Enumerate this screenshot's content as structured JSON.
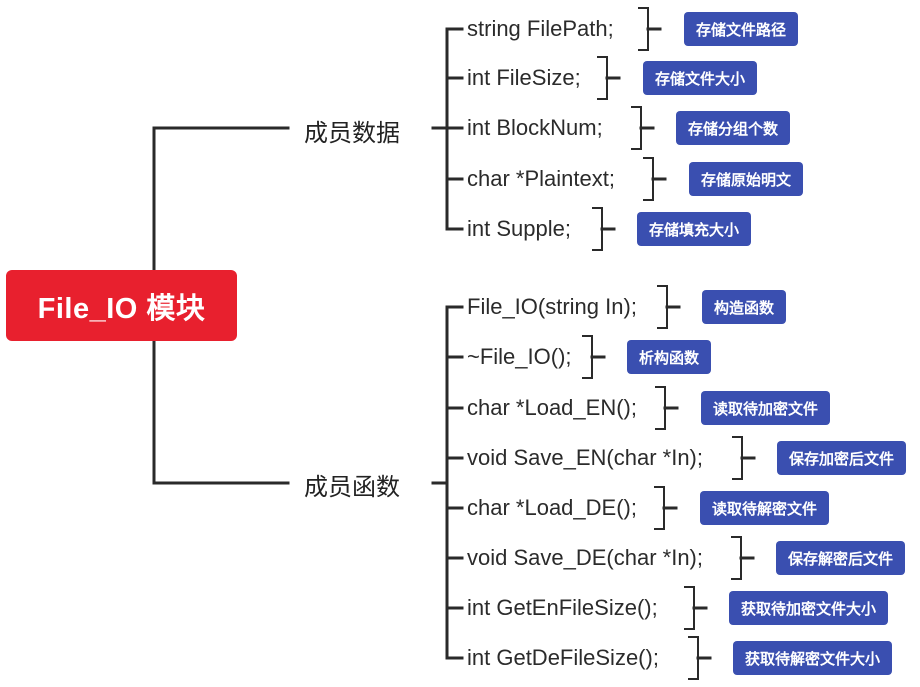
{
  "colors": {
    "root_bg": "#e8202e",
    "tag_bg": "#3a4fb0",
    "line": "#2a2a2a"
  },
  "root": {
    "label": "File_IO 模块"
  },
  "branches": [
    {
      "label": "成员数据",
      "items": [
        {
          "code": "string FilePath;",
          "note": "存储文件路径"
        },
        {
          "code": "int FileSize;",
          "note": "存储文件大小"
        },
        {
          "code": "int BlockNum;",
          "note": "存储分组个数"
        },
        {
          "code": "char *Plaintext;",
          "note": "存储原始明文"
        },
        {
          "code": "int Supple;",
          "note": "存储填充大小"
        }
      ]
    },
    {
      "label": "成员函数",
      "items": [
        {
          "code": "File_IO(string In);",
          "note": "构造函数"
        },
        {
          "code": "~File_IO();",
          "note": "析构函数"
        },
        {
          "code": "char *Load_EN();",
          "note": "读取待加密文件"
        },
        {
          "code": "void Save_EN(char *In);",
          "note": "保存加密后文件"
        },
        {
          "code": "char *Load_DE();",
          "note": "读取待解密文件"
        },
        {
          "code": "void Save_DE(char *In);",
          "note": "保存解密后文件"
        },
        {
          "code": "int GetEnFileSize();",
          "note": "获取待加密文件大小"
        },
        {
          "code": "int GetDeFileSize();",
          "note": "获取待解密文件大小"
        }
      ]
    }
  ]
}
